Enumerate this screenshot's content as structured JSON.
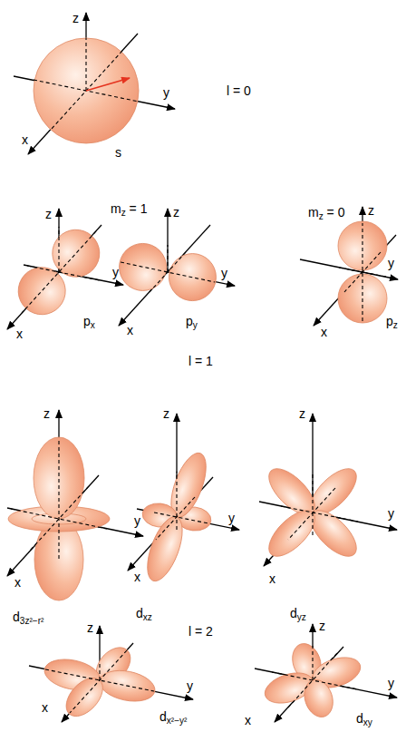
{
  "diagram": {
    "labels": [
      "z",
      "y",
      "x",
      "s",
      "l = 0",
      "mz = 1",
      "z",
      "y",
      "x",
      "px",
      "z",
      "y",
      "x",
      "py",
      "mz = 0",
      "z",
      "y",
      "x",
      "pz",
      "l = 1",
      "z",
      "y",
      "x",
      "d3z²−r²",
      "z",
      "y",
      "x",
      "dxz",
      "z",
      "y",
      "x",
      "dyz",
      "l = 2",
      "z",
      "y",
      "x",
      "dx²−y²",
      "z",
      "y",
      "x",
      "dxy"
    ]
  }
}
